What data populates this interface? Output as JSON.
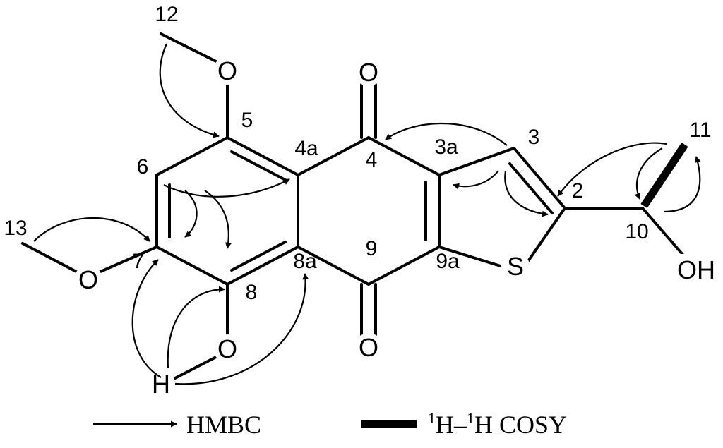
{
  "atoms": {
    "o12": "O",
    "o13": "O",
    "o_q4": "O",
    "o_q9": "O",
    "o_oh8": "O",
    "s": "S",
    "h": "H",
    "oh10": "OH"
  },
  "labels": {
    "c2": "2",
    "c3": "3",
    "c3a": "3a",
    "c4": "4",
    "c4a": "4a",
    "c5": "5",
    "c6": "6",
    "c7": "7",
    "c8": "8",
    "c8a": "8a",
    "c9": "9",
    "c9a": "9a",
    "c10": "10",
    "c11": "11",
    "c12": "12",
    "c13": "13"
  },
  "legend": {
    "hmbc": "HMBC",
    "cosy_sup1": "1",
    "cosy_h1": "H–",
    "cosy_sup2": "1",
    "cosy_h2": "H COSY"
  }
}
